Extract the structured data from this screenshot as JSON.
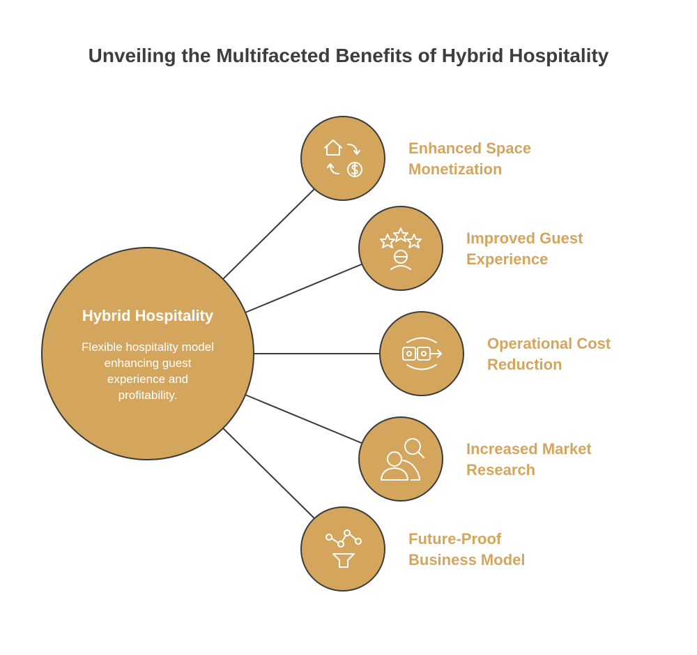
{
  "title": "Unveiling the Multifaceted Benefits of Hybrid Hospitality",
  "center": {
    "title": "Hybrid Hospitality",
    "description": "Flexible hospitality model enhancing guest experience and profitability."
  },
  "benefits": [
    {
      "line1": "Enhanced Space",
      "line2": "Monetization",
      "icon": "space-monetization-icon"
    },
    {
      "line1": "Improved Guest",
      "line2": "Experience",
      "icon": "guest-experience-icon"
    },
    {
      "line1": "Operational Cost",
      "line2": "Reduction",
      "icon": "cost-reduction-icon"
    },
    {
      "line1": "Increased Market",
      "line2": "Research",
      "icon": "market-research-icon"
    },
    {
      "line1": "Future-Proof",
      "line2": "Business Model",
      "icon": "business-model-icon"
    }
  ],
  "colors": {
    "circle_fill": "#d4a55c",
    "circle_stroke": "#3a3a3a",
    "label": "#d4a55c",
    "title": "#3d3d3d",
    "icon_stroke": "#ffffff"
  }
}
